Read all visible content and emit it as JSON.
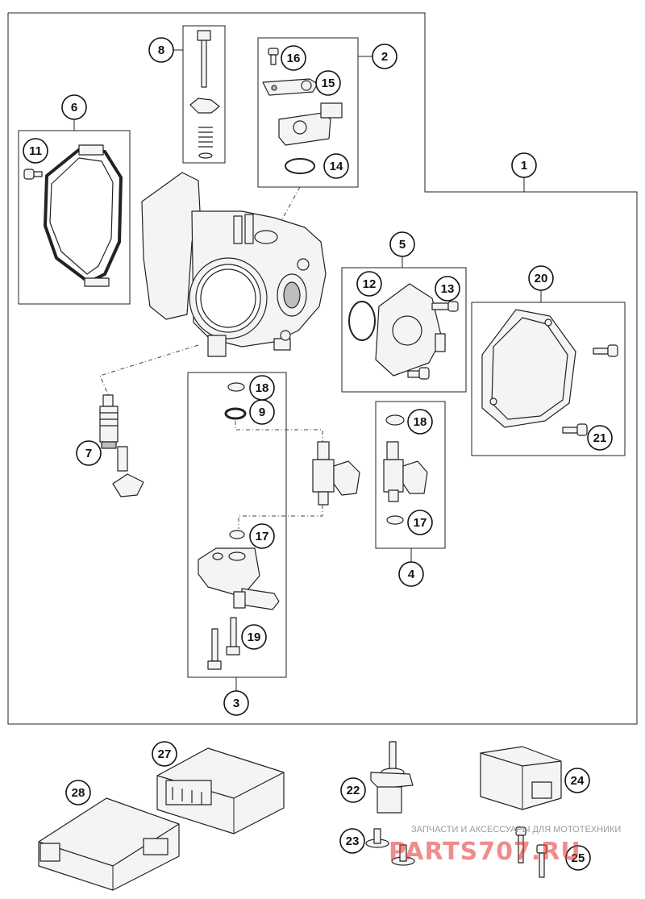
{
  "diagram": {
    "callouts": {
      "c1": "1",
      "c2": "2",
      "c3": "3",
      "c4": "4",
      "c5": "5",
      "c6": "6",
      "c7": "7",
      "c8": "8",
      "c9": "9",
      "c11": "11",
      "c12": "12",
      "c13": "13",
      "c14": "14",
      "c15": "15",
      "c16": "16",
      "c17a": "17",
      "c17b": "17",
      "c18a": "18",
      "c18b": "18",
      "c19": "19",
      "c20": "20",
      "c21": "21",
      "c22": "22",
      "c23": "23",
      "c24": "24",
      "c25": "25",
      "c27": "27",
      "c28": "28"
    }
  },
  "watermark": {
    "tagline": "ЗАПЧАСТИ И АКСЕССУАРЫ ДЛЯ МОТОТЕХНИКИ",
    "site": "PARTS707.RU"
  },
  "colors": {
    "line": "#222222",
    "watermark_red": "#e63030",
    "watermark_gray": "#9a9a9a"
  }
}
